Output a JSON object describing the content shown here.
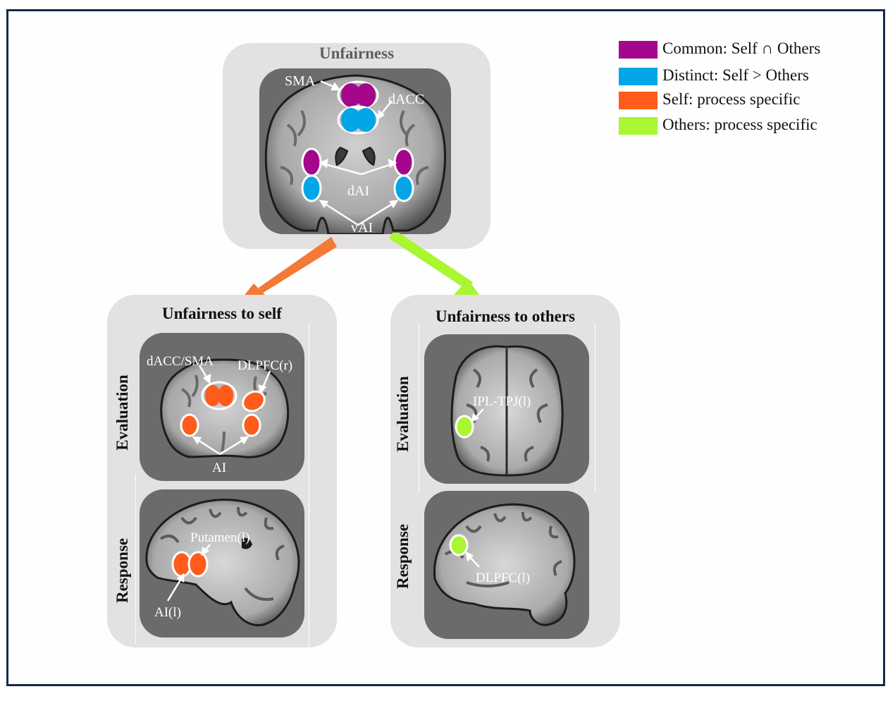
{
  "colors": {
    "common": "#a5078c",
    "distinct": "#02a6e6",
    "self": "#ff5b1a",
    "others": "#a9f631",
    "arrow_self": "#f47836",
    "arrow_others": "#a9f631",
    "frame": "#162b47",
    "panel_bg": "#e3e1e2",
    "brain_bg": "#6b6b6b"
  },
  "legend": {
    "items": [
      {
        "label": "Common: Self ∩ Others",
        "color": "#a5078c"
      },
      {
        "label": "Distinct: Self > Others",
        "color": "#02a6e6"
      },
      {
        "label": "Self: process specific",
        "color": "#ff5b1a"
      },
      {
        "label": "Others: process specific",
        "color": "#a9f631"
      }
    ]
  },
  "top_panel": {
    "title": "Unfairness",
    "view": "coronal",
    "labels": {
      "sma": "SMA",
      "dacc": "dACC",
      "dai": "dAI",
      "vai": "vAI"
    }
  },
  "self_panel": {
    "title": "Unfairness to self",
    "evaluation": {
      "row_label": "Evaluation",
      "view": "coronal",
      "labels": {
        "dacc_sma": "dACC/SMA",
        "dlpfc_r": "DLPFC(r)",
        "ai": "AI"
      }
    },
    "response": {
      "row_label": "Response",
      "view": "sagittal",
      "labels": {
        "putamen_l": "Putamen(l)",
        "ai_l": "AI(l)"
      }
    }
  },
  "others_panel": {
    "title": "Unfairness to others",
    "evaluation": {
      "row_label": "Evaluation",
      "view": "axial",
      "labels": {
        "ipl_tpj_l": "IPL-TPJ(l)"
      }
    },
    "response": {
      "row_label": "Response",
      "view": "sagittal",
      "labels": {
        "dlpfc_l": "DLPFC(l)"
      }
    }
  }
}
